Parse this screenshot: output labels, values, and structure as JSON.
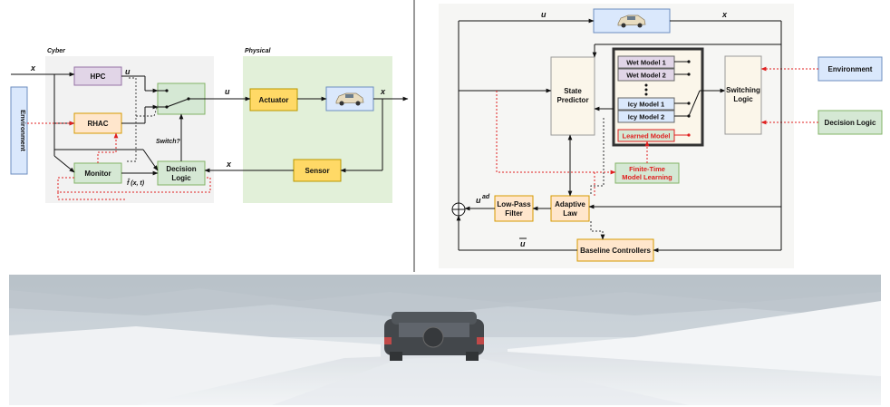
{
  "left_diagram": {
    "region_cyber": "Cyber",
    "region_physical": "Physical",
    "environment": "Environment",
    "hpc": "HPC",
    "rhac": "RHAC",
    "monitor": "Monitor",
    "decision_logic": [
      "Decision",
      "Logic"
    ],
    "actuator": "Actuator",
    "sensor": "Sensor",
    "switch_label": "Switch?",
    "var_x": "x",
    "var_u": "u",
    "var_f": "f̂ (x, t)"
  },
  "right_diagram": {
    "state_predictor": [
      "State",
      "Predictor"
    ],
    "wet_model_1": "Wet Model 1",
    "wet_model_2": "Wet Model 2",
    "icy_model_1": "Icy Model 1",
    "icy_model_2": "Icy Model 2",
    "learned_model": "Learned Model",
    "switching_logic": [
      "Switching",
      "Logic"
    ],
    "environment": "Environment",
    "decision_logic": "Decision Logic",
    "finite_time": [
      "Finite-Time",
      "Model Learning"
    ],
    "low_pass": [
      "Low-Pass",
      "Filter"
    ],
    "adaptive_law": [
      "Adaptive",
      "Law"
    ],
    "baseline": "Baseline Controllers",
    "var_u": "u",
    "var_x": "x",
    "var_uad": "u",
    "var_uad_sup": "ad",
    "var_ubar": "u"
  },
  "colors": {
    "green": "#d5e8d4",
    "green_border": "#82b366",
    "blue": "#dae8fc",
    "blue_border": "#6c8ebf",
    "orange": "#ffe6cc",
    "orange_border": "#d79b00",
    "yellow": "#ffd966",
    "yellow_border": "#b89700",
    "purple": "#e1d5e7",
    "purple_border": "#9673a6",
    "red": "#e02020"
  }
}
